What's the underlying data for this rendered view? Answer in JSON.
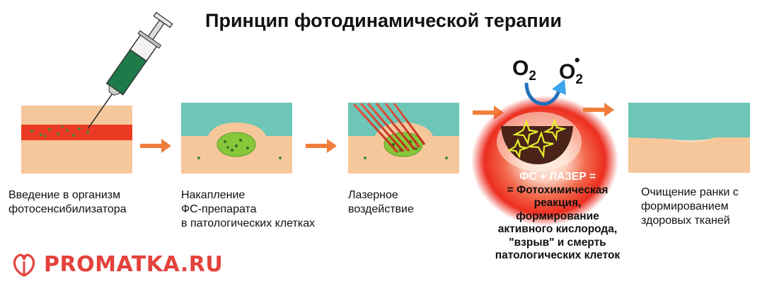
{
  "title": "Принцип фотодинамической терапии",
  "steps": [
    {
      "lines": [
        "Введение в организм",
        "фотосенсибилизатора"
      ]
    },
    {
      "lines": [
        "Накапление",
        "ФС-препарата",
        "в патологических клетках"
      ]
    },
    {
      "lines": [
        "Лазерное",
        "воздействие"
      ]
    },
    {
      "lines": [
        "ФС + ЛАЗЕР =",
        "= Фотохимическая",
        "реакция,",
        "формирование",
        "активного кислорода,",
        "\"взрыв\" и смерть",
        "патологических клеток"
      ]
    },
    {
      "lines": [
        "Очищение ранки с",
        "формированием",
        "здоровых тканей"
      ]
    }
  ],
  "oxygen": {
    "left": "O",
    "left_sub": "2",
    "right": "O",
    "right_sub": "2",
    "right_sup": "•"
  },
  "logo": {
    "text": "PROMATKA.RU"
  },
  "colors": {
    "skin": "#f6c79a",
    "water": "#6dc6b8",
    "red_band": "#ec3b24",
    "cluster": "#86c83a",
    "arrow": "#f07e3a",
    "laser": "#d8452e",
    "brand": "#e3423d"
  },
  "icons": [
    "syringe-icon",
    "flower-logo-icon",
    "star-icon"
  ]
}
